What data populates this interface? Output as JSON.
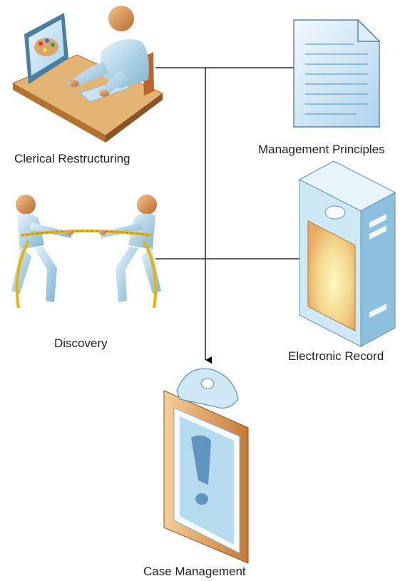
{
  "nodes": {
    "clerical": {
      "label": "Clerical Restructuring",
      "icon": "person-at-computer-icon"
    },
    "management": {
      "label": "Management Principles",
      "icon": "document-icon"
    },
    "discovery": {
      "label": "Discovery",
      "icon": "tug-of-war-icon"
    },
    "electronic": {
      "label": "Electronic Record",
      "icon": "server-box-icon"
    },
    "case": {
      "label": "Case Management",
      "icon": "clipboard-alert-icon"
    }
  },
  "edges": [
    {
      "from": "clerical",
      "to": "management"
    },
    {
      "from": "discovery",
      "to": "electronic"
    },
    {
      "from": "clerical",
      "to": "case"
    }
  ],
  "colors": {
    "figure_light": "#c5e2f2",
    "figure_dark": "#6fa9c9",
    "skin": "#d99355",
    "desk": "#d39a55",
    "line": "#000000"
  }
}
